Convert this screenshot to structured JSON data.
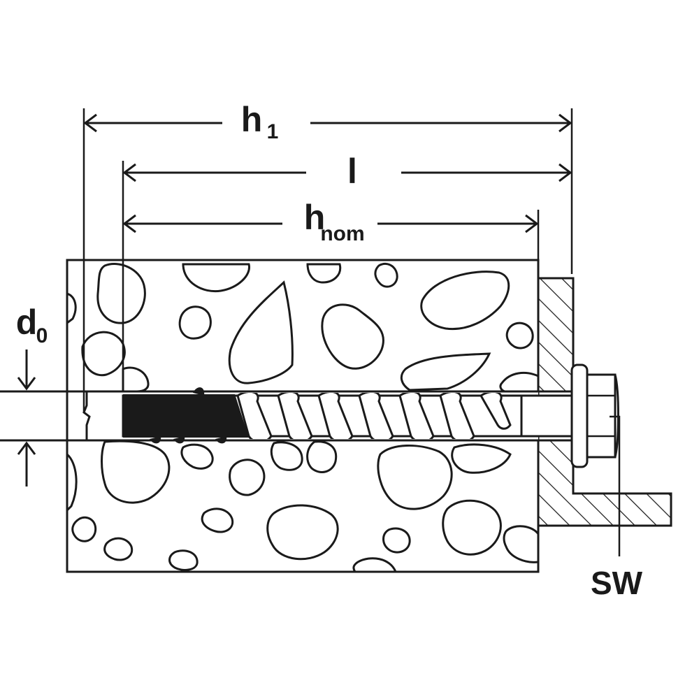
{
  "labels": {
    "h1_main": "h",
    "h1_sub": "1",
    "l": "l",
    "hnom_main": "h",
    "hnom_sub": "nom",
    "d0_main": "d",
    "d0_sub": "0",
    "sw": "SW"
  },
  "colors": {
    "ink": "#1a1a1a",
    "background": "#ffffff",
    "drill_fill": "#1a1a1a"
  },
  "icons": {
    "arrowhead": "open-chevron-arrow"
  }
}
